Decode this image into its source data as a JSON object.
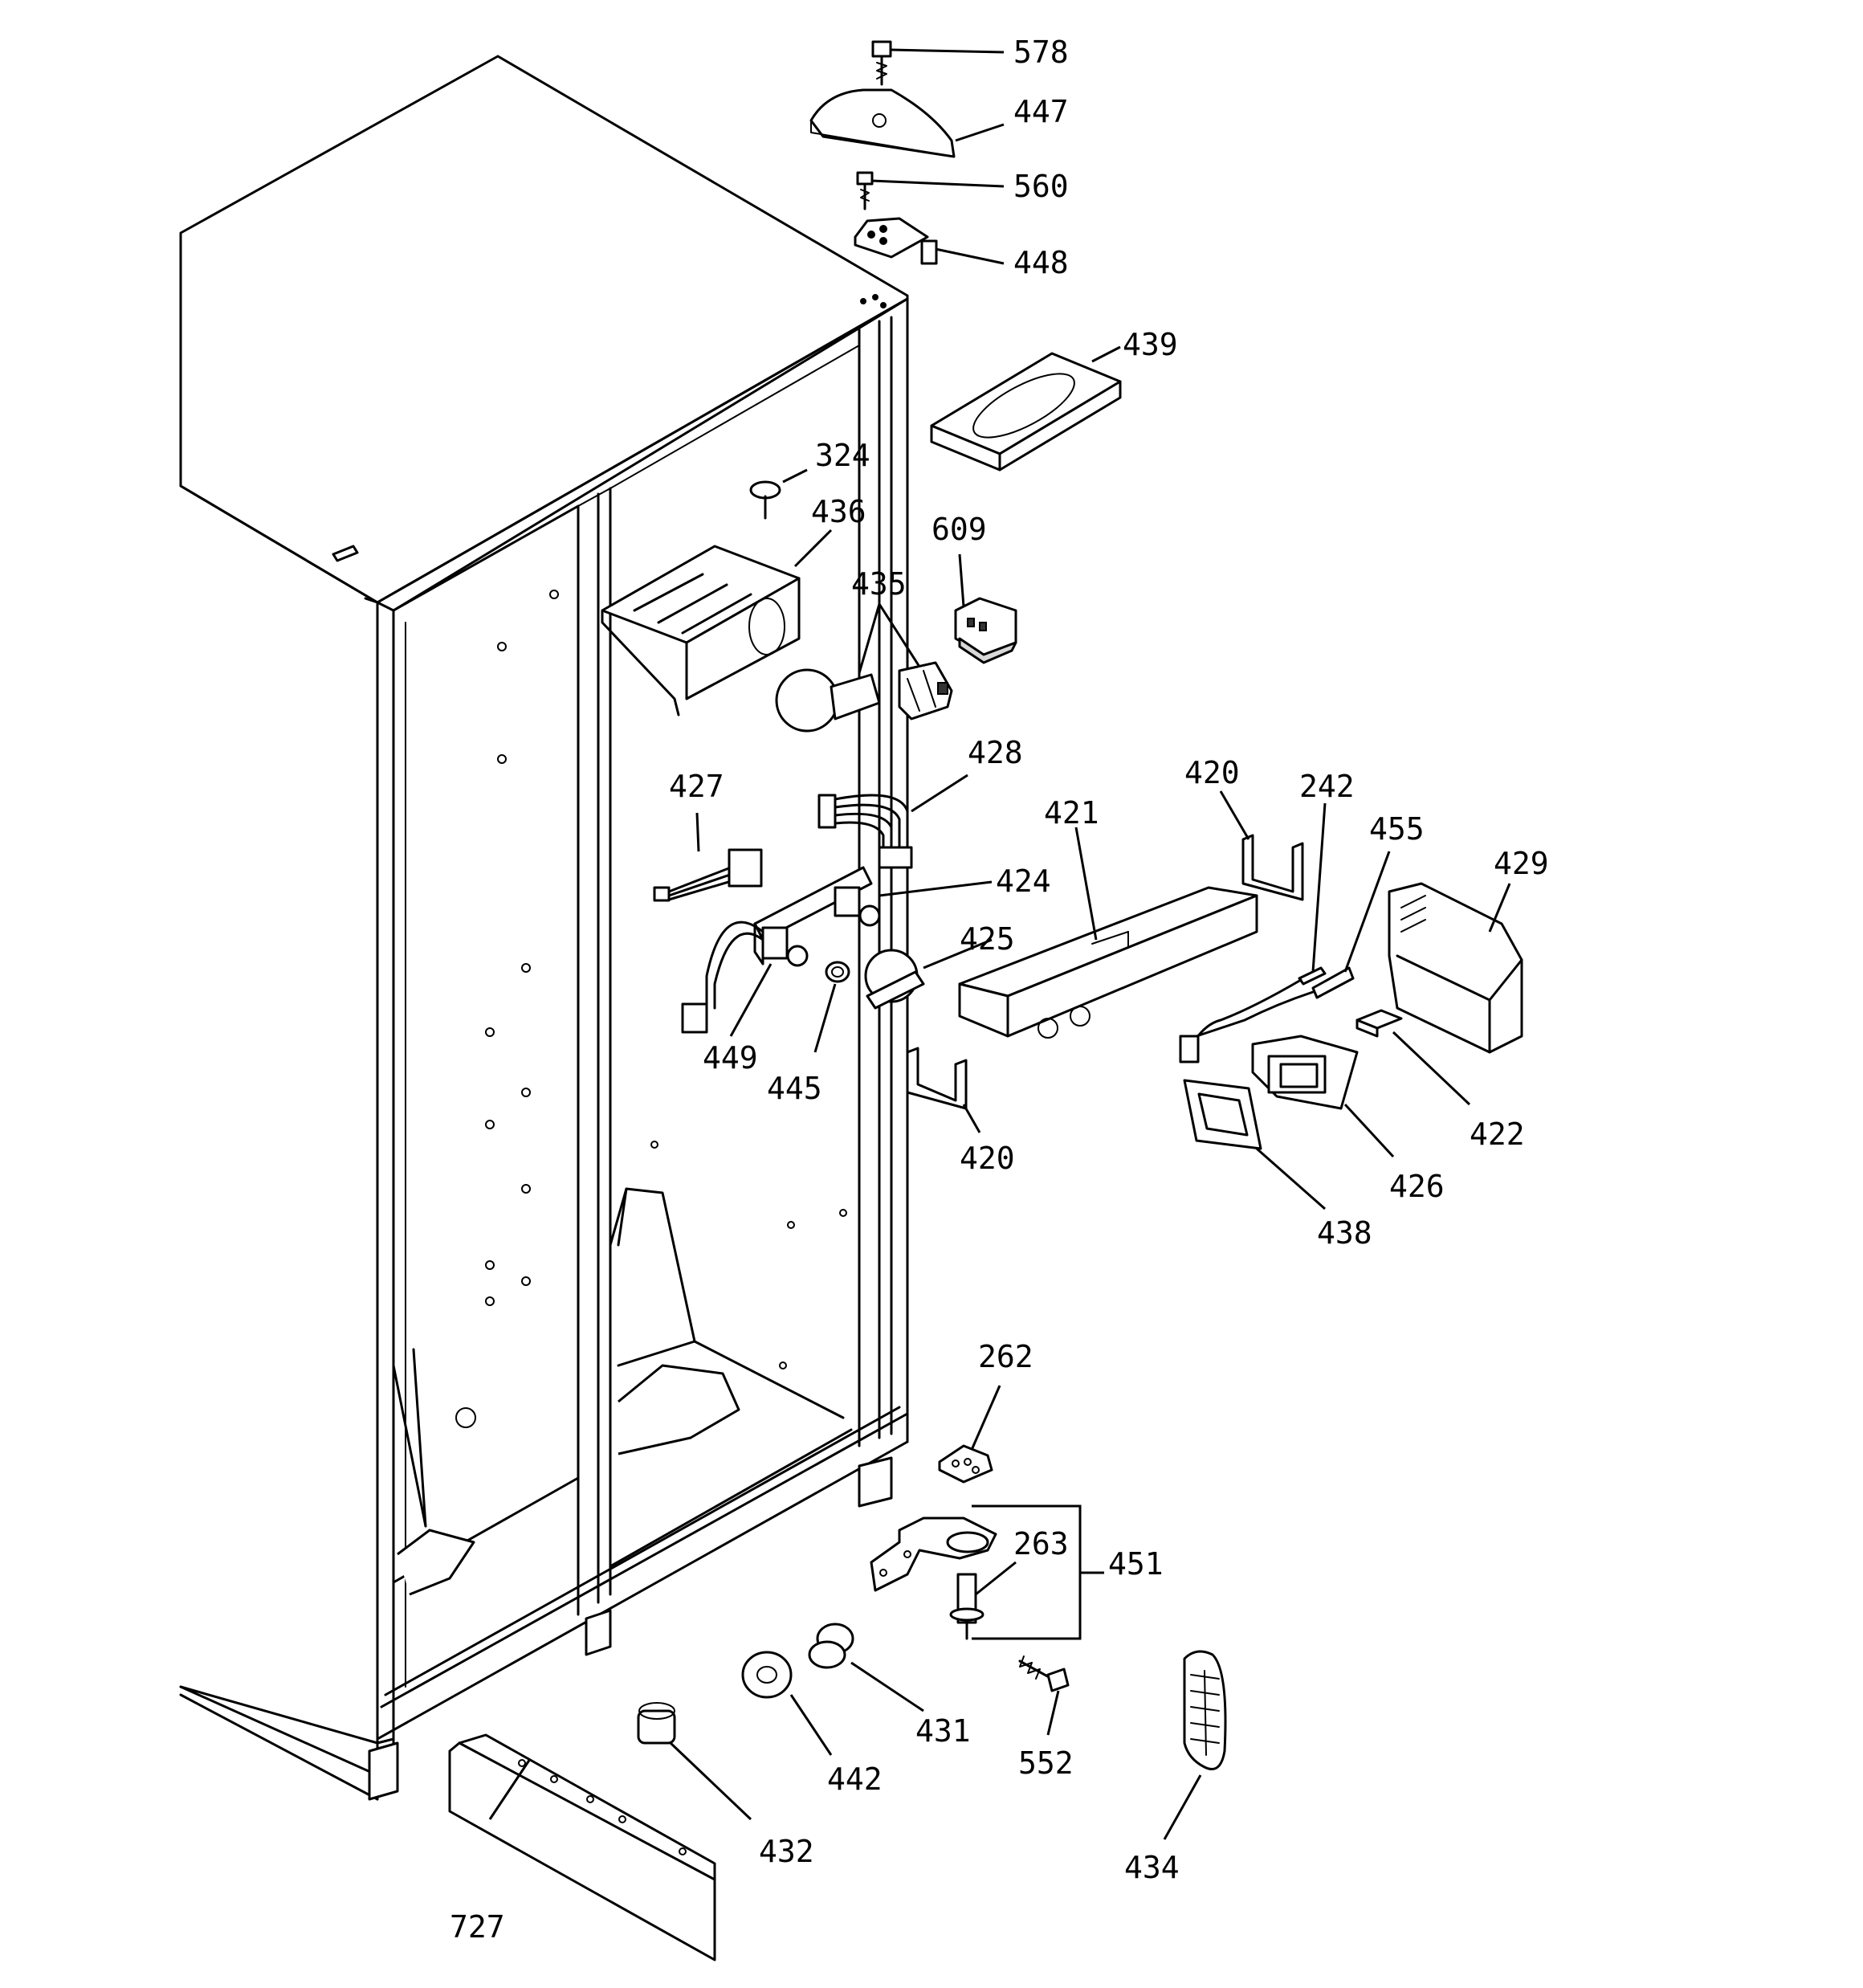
{
  "labels": {
    "p578": "578",
    "p447": "447",
    "p560": "560",
    "p448": "448",
    "p439": "439",
    "p324": "324",
    "p436": "436",
    "p609": "609",
    "p435": "435",
    "p428": "428",
    "p427": "427",
    "p424": "424",
    "p425": "425",
    "p449": "449",
    "p445": "445",
    "p421": "421",
    "p420a": "420",
    "p420b": "420",
    "p242": "242",
    "p455": "455",
    "p429": "429",
    "p422": "422",
    "p426": "426",
    "p438": "438",
    "p262": "262",
    "p263": "263",
    "p451": "451",
    "p431": "431",
    "p442": "442",
    "p552": "552",
    "p432": "432",
    "p434": "434",
    "p727": "727"
  }
}
